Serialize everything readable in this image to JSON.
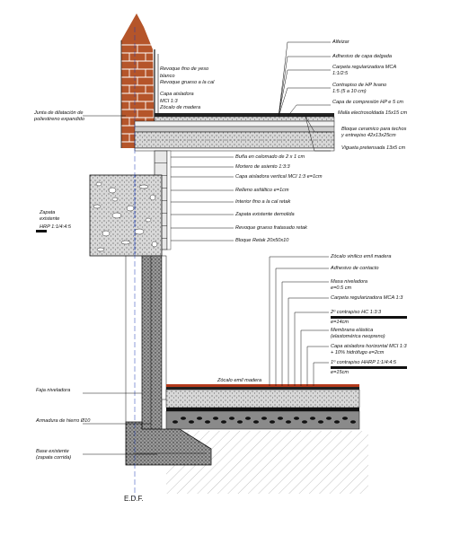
{
  "title": "E.D.F.",
  "labels_right": {
    "alfeizar": "Alfeizar",
    "adhesivo_delgado": "Adhesivo de capa delgada",
    "carpeta_1": "Carpeta regularizadora MCA",
    "carpeta_1b": "1:1/2:5",
    "contrapiso_1": "Contrapiso de HP livano",
    "contrapiso_1b": "1:5   (5 a 10 cm)",
    "capa_compresion": "Capa de compresión HP e 5 cm",
    "malla": "Malla electrosoldada 15x15 cm",
    "bloque_1": "Bloque ceramico para techos",
    "bloque_2": "y entrepiso 42x13x25cm",
    "vigueta": "Vigueta pretensada 13x5 cm",
    "buna": "Buña en celomado de 2 x 1 cm",
    "mortero": "Mortero de asiento 1:3:3",
    "capa_vertical": "Capa aisladora vertical MCI 1:3 e=1cm",
    "relleno": "Relleno asfáltico e=1cm",
    "interior": "Interior fino a la cal retak",
    "zapata_dem": "Zapata existente demolida",
    "revoque_fratasado": "Revoque grueso fratasado retak",
    "bloque_retak": "Bloque Retak 20x50x10",
    "zocalo_vinilico": "Zócalo vinilico emil madera",
    "adhesivo_contacto": "Adhesivo de contacto",
    "masa_1": "Masa niveladora",
    "masa_2": "e=0.5 cm",
    "carpeta_2": "Carpeta regularizadora MCA 1:3",
    "contrapiso_2a": "2º contrapiso HC 1:3:3",
    "contrapiso_2b": "e=14cm",
    "membrana_1": "Membrana elástica",
    "membrana_2": "(elastomérica neopreno)",
    "capa_h_1": "Capa aisladora horizontal MCI 1:3",
    "capa_h_2": "+ 10% hidrófugo  e=2cm",
    "contrapiso_3a": "1º contrapiso HHRP 1:1/4:4:5",
    "contrapiso_3b": "e=15cm",
    "zocalo_madera": "Zócalo emil madera"
  },
  "labels_left": {
    "revoque_fino_1": "Revoque fino de yeso",
    "revoque_fino_2": "blanco",
    "revoque_grueso": "Revoque grueso a la cal",
    "capa_aisladora_1": "Capa aisladora",
    "capa_aisladora_2": "MCI 1:3",
    "zocalo": "Zócalo de madera",
    "junta_1": "Junta de dilatación de",
    "junta_2": "poliestireno expandido",
    "zapata_1": "Zapata",
    "zapata_2": "existente",
    "zapata_3": "HRP 1:1/4:4:5",
    "faja": "Faja niveladora",
    "armadura": "Armadura de hierro Ø10",
    "base_1": "Base existente",
    "base_2": "(zapata corrida)"
  },
  "colors": {
    "brick": "#b5552a",
    "brick_line": "#ffffff",
    "concrete_dot": "#555555",
    "ink": "#111111"
  }
}
